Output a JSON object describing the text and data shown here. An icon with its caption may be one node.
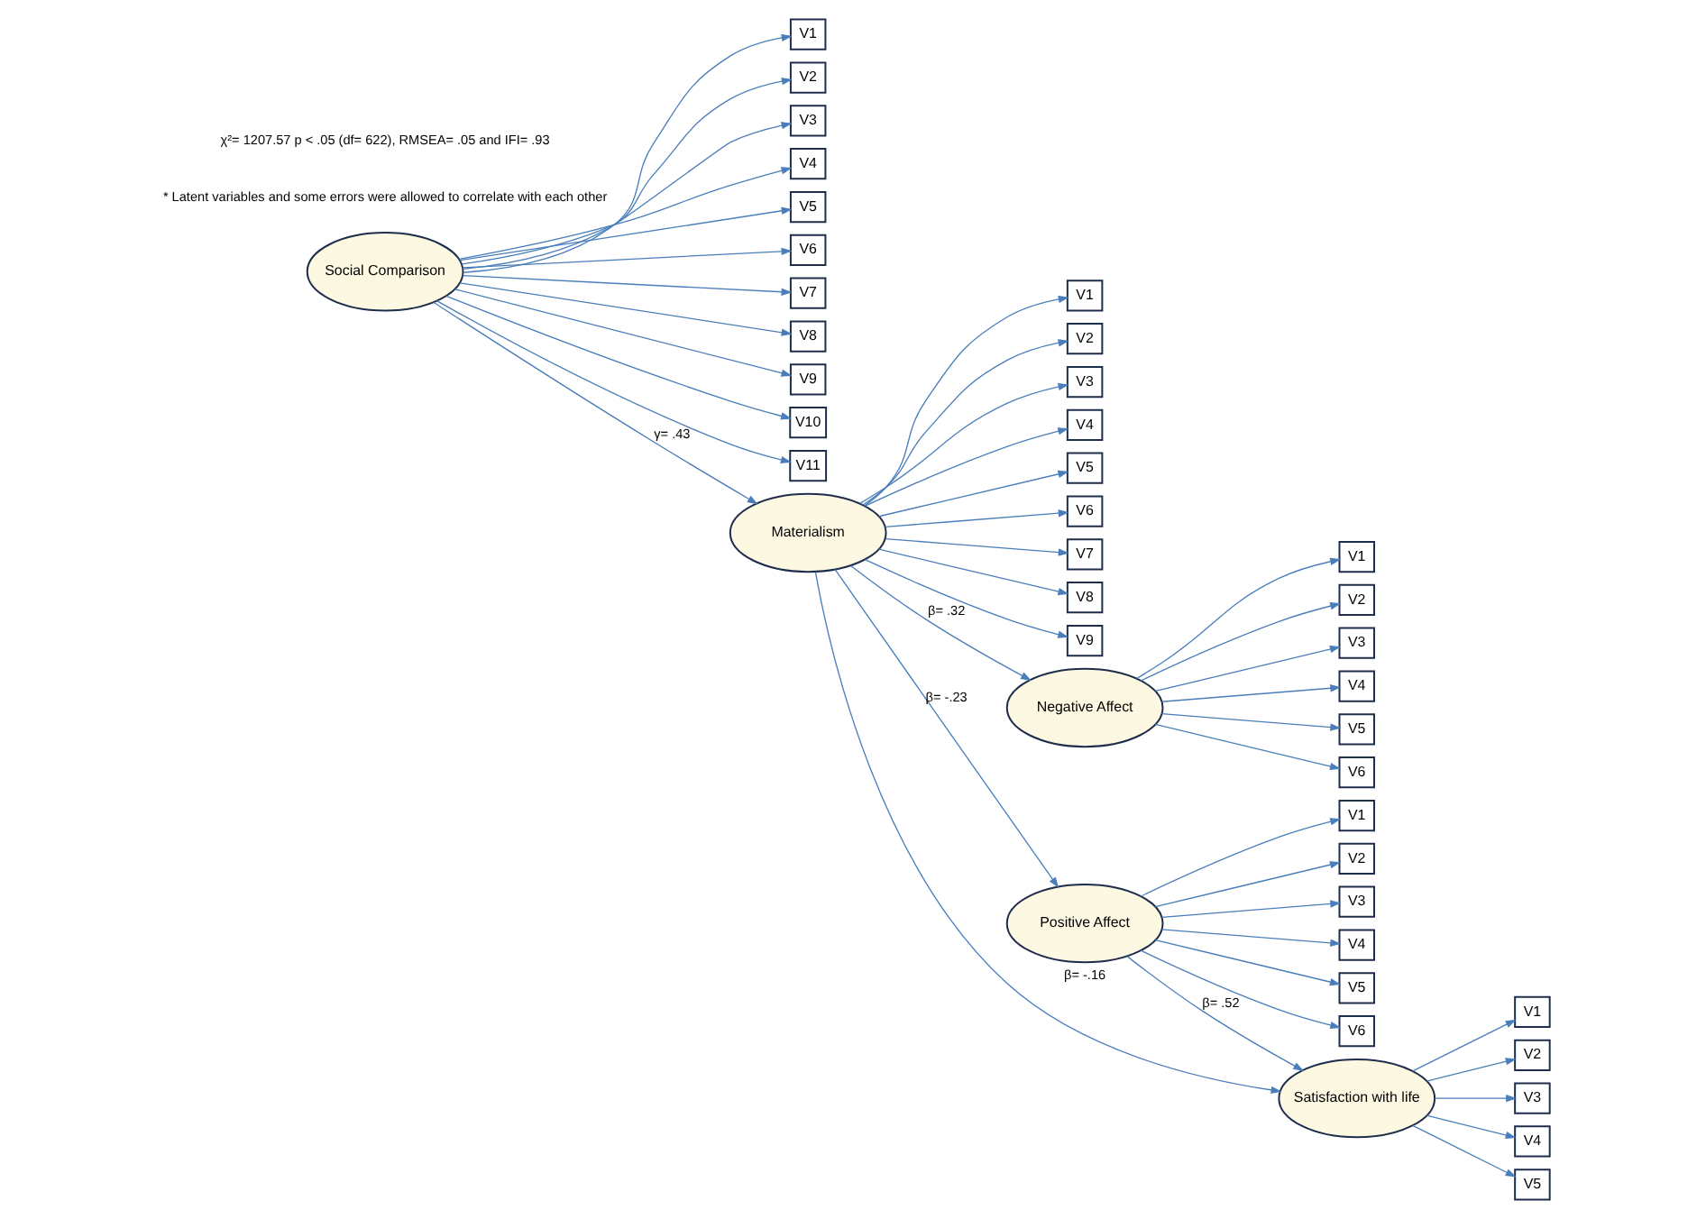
{
  "diagram": {
    "nodes": [
      {
        "text": [
          "Social Comparison"
        ]
      },
      {
        "text": [
          "V1"
        ]
      },
      {
        "text": [
          "V2"
        ]
      },
      {
        "text": [
          "V3"
        ]
      },
      {
        "text": [
          "V4"
        ]
      },
      {
        "text": [
          "V5"
        ]
      },
      {
        "text": [
          "V6"
        ]
      },
      {
        "text": [
          "V7"
        ]
      },
      {
        "text": [
          "V8"
        ]
      },
      {
        "text": [
          "V9"
        ]
      },
      {
        "text": [
          "V10"
        ]
      },
      {
        "text": [
          "V11"
        ]
      },
      {
        "text": [
          "Materialism"
        ]
      },
      {
        "text": [
          "V1"
        ]
      },
      {
        "text": [
          "V2"
        ]
      },
      {
        "text": [
          "V3"
        ]
      },
      {
        "text": [
          "V4"
        ]
      },
      {
        "text": [
          "V5"
        ]
      },
      {
        "text": [
          "V6"
        ]
      },
      {
        "text": [
          "V7"
        ]
      },
      {
        "text": [
          "V8"
        ]
      },
      {
        "text": [
          "V9"
        ]
      },
      {
        "text": [
          "Negative Affect"
        ]
      },
      {
        "text": [
          "V1"
        ]
      },
      {
        "text": [
          "V2"
        ]
      },
      {
        "text": [
          "V3"
        ]
      },
      {
        "text": [
          "V4"
        ]
      },
      {
        "text": [
          "V5"
        ]
      },
      {
        "text": [
          "V6"
        ]
      },
      {
        "text": [
          "Positive Affect"
        ]
      },
      {
        "text": [
          "V1"
        ]
      },
      {
        "text": [
          "V2"
        ]
      },
      {
        "text": [
          "V3"
        ]
      },
      {
        "text": [
          "V4"
        ]
      },
      {
        "text": [
          "V5"
        ]
      },
      {
        "text": [
          "V6"
        ]
      },
      {
        "text": [
          "Satisfaction with life"
        ]
      },
      {
        "text": [
          "V1"
        ]
      },
      {
        "text": [
          "V2"
        ]
      },
      {
        "text": [
          "V3"
        ]
      },
      {
        "text": [
          "V4"
        ]
      },
      {
        "text": [
          "V5"
        ]
      }
    ],
    "edges": [
      {
        "from": 0,
        "to": 1,
        "arrow": "to"
      },
      {
        "from": 0,
        "to": 2,
        "arrow": "to"
      },
      {
        "from": 0,
        "to": 3,
        "arrow": "to"
      },
      {
        "from": 0,
        "to": 4,
        "arrow": "to"
      },
      {
        "from": 0,
        "to": 5,
        "arrow": "to"
      },
      {
        "from": 0,
        "to": 6,
        "arrow": "to"
      },
      {
        "from": 0,
        "to": 7,
        "arrow": "to"
      },
      {
        "from": 0,
        "to": 8,
        "arrow": "to"
      },
      {
        "from": 0,
        "to": 9,
        "arrow": "to"
      },
      {
        "from": 0,
        "to": 10,
        "arrow": "to"
      },
      {
        "from": 0,
        "to": 11,
        "arrow": "to"
      },
      {
        "from": 0,
        "to": 12,
        "arrow": "to",
        "label": "γ= .43"
      },
      {
        "from": 12,
        "to": 13,
        "arrow": "to"
      },
      {
        "from": 12,
        "to": 14,
        "arrow": "to"
      },
      {
        "from": 12,
        "to": 15,
        "arrow": "to"
      },
      {
        "from": 12,
        "to": 16,
        "arrow": "to"
      },
      {
        "from": 12,
        "to": 17,
        "arrow": "to"
      },
      {
        "from": 12,
        "to": 18,
        "arrow": "to"
      },
      {
        "from": 12,
        "to": 19,
        "arrow": "to"
      },
      {
        "from": 12,
        "to": 20,
        "arrow": "to"
      },
      {
        "from": 12,
        "to": 21,
        "arrow": "to"
      },
      {
        "from": 12,
        "to": 22,
        "arrow": "to",
        "label": "β= .32"
      },
      {
        "from": 12,
        "to": 29,
        "arrow": "to",
        "label": "β= -.23"
      },
      {
        "from": 12,
        "to": 36,
        "arrow": "to",
        "label": "β= -.16"
      },
      {
        "from": 22,
        "to": 23,
        "arrow": "to"
      },
      {
        "from": 22,
        "to": 24,
        "arrow": "to"
      },
      {
        "from": 22,
        "to": 25,
        "arrow": "to"
      },
      {
        "from": 22,
        "to": 26,
        "arrow": "to"
      },
      {
        "from": 22,
        "to": 27,
        "arrow": "to"
      },
      {
        "from": 22,
        "to": 28,
        "arrow": "to"
      },
      {
        "from": 29,
        "to": 30,
        "arrow": "to"
      },
      {
        "from": 29,
        "to": 31,
        "arrow": "to"
      },
      {
        "from": 29,
        "to": 32,
        "arrow": "to"
      },
      {
        "from": 29,
        "to": 33,
        "arrow": "to"
      },
      {
        "from": 29,
        "to": 34,
        "arrow": "to"
      },
      {
        "from": 29,
        "to": 35,
        "arrow": "to"
      },
      {
        "from": 29,
        "to": 36,
        "arrow": "to",
        "label": "β= .52"
      },
      {
        "from": 36,
        "to": 37,
        "arrow": "to"
      },
      {
        "from": 36,
        "to": 38,
        "arrow": "to"
      },
      {
        "from": 36,
        "to": 39,
        "arrow": "to"
      },
      {
        "from": 36,
        "to": 40,
        "arrow": "to"
      },
      {
        "from": 36,
        "to": 41,
        "arrow": "to"
      }
    ],
    "labels": [
      "* Latent variables and some errors were allowed to correlate with each other",
      "χ²= 1207.57 p < .05 (df= 622), RMSEA= .05 and IFI= .93"
    ]
  }
}
